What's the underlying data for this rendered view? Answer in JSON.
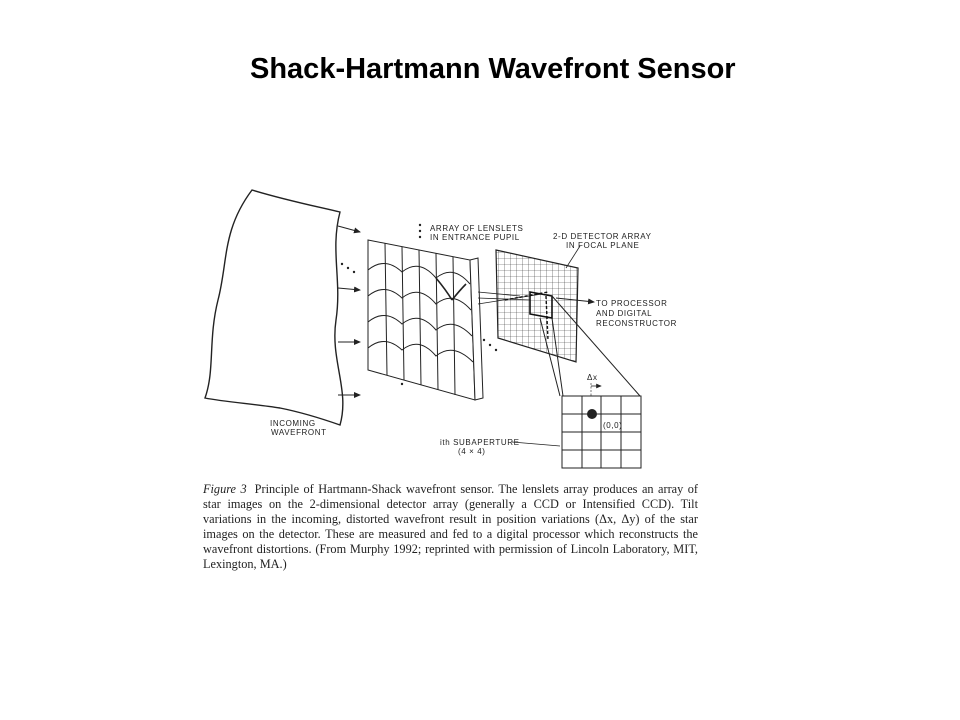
{
  "slide": {
    "title": "Shack-Hartmann Wavefront Sensor"
  },
  "figure": {
    "labels": {
      "lenslets_line1": "ARRAY OF LENSLETS",
      "lenslets_line2": "IN ENTRANCE PUPIL",
      "detector_line1": "2-D DETECTOR ARRAY",
      "detector_line2": "IN FOCAL PLANE",
      "processor_line1": "TO PROCESSOR",
      "processor_line2": "AND DIGITAL",
      "processor_line3": "RECONSTRUCTOR",
      "wavefront_line1": "INCOMING",
      "wavefront_line2": "WAVEFRONT",
      "subaperture_line1": "ith SUBAPERTURE",
      "subaperture_line2": "(4 × 4)",
      "delta_x": "Δx",
      "origin": "(0,0)"
    },
    "caption": {
      "figure_label": "Figure 3",
      "text": "Principle of Hartmann-Shack wavefront sensor. The lenslets array produces an array of star images on the 2-dimensional detector array (generally a CCD or Intensified CCD). Tilt variations in the incoming, distorted wavefront result in position variations (Δx, Δy) of the star images on the detector. These are measured and fed to a digital processor which reconstructs the wavefront distortions. (From Murphy 1992; reprinted with permission of Lincoln Laboratory, MIT, Lexington, MA.)"
    }
  }
}
